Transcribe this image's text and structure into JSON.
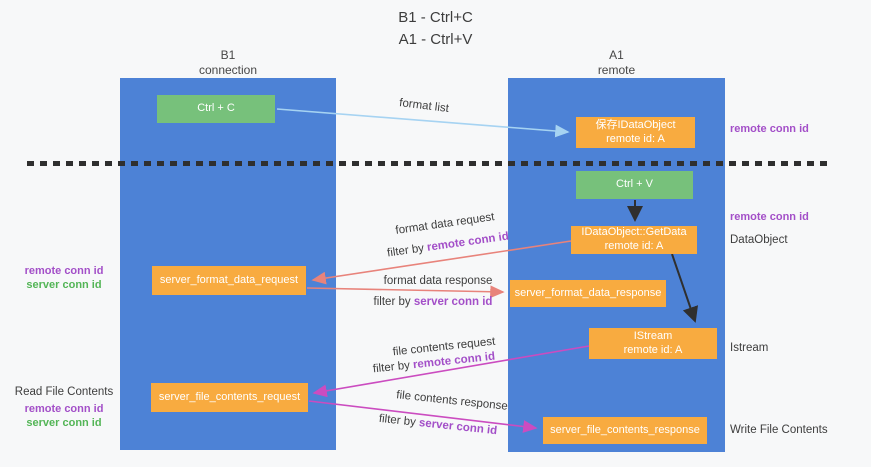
{
  "title": {
    "line1": "B1 - Ctrl+C",
    "line2": "A1 - Ctrl+V"
  },
  "lanes": {
    "b1": {
      "title": "B1",
      "subtitle": "connection"
    },
    "a1": {
      "title": "A1",
      "subtitle": "remote"
    }
  },
  "nodes": {
    "ctrl_c": {
      "label": "Ctrl + C"
    },
    "save_idataobject": {
      "line1": "保存IDataObject",
      "line2": "remote id: A"
    },
    "ctrl_v": {
      "label": "Ctrl + V"
    },
    "idataobject_getdata": {
      "line1": "IDataObject::GetData",
      "line2": "remote id: A"
    },
    "server_format_data_request": {
      "label": "server_format_data_request"
    },
    "server_format_data_response": {
      "label": "server_format_data_response"
    },
    "istream": {
      "line1": "IStream",
      "line2": "remote id: A"
    },
    "server_file_contents_request": {
      "label": "server_file_contents_request"
    },
    "server_file_contents_response": {
      "label": "server_file_contents_response"
    }
  },
  "edge_labels": {
    "format_list": "format list",
    "format_data_request": "format data request",
    "format_data_response": "format data response",
    "file_contents_request": "file contents request",
    "file_contents_response": "file contents response",
    "filter_by": "filter by ",
    "remote_conn_id": "remote conn id",
    "server_conn_id": "server conn id"
  },
  "side_labels": {
    "right_remote_conn_id_top": "remote conn id",
    "right_remote_conn_id_mid": "remote conn id",
    "dataobject": "DataObject",
    "istream": "Istream",
    "write_file_contents": "Write File Contents",
    "left_remote_conn_id_top": "remote conn id",
    "left_server_conn_id_top": "server conn id",
    "read_file_contents": "Read File Contents",
    "left_remote_conn_id_bottom": "remote conn id",
    "left_server_conn_id_bottom": "server conn id"
  },
  "colors": {
    "background": "#f7f8f9",
    "lane-blue": "#4d82d6",
    "box-green": "#77c17b",
    "box-orange": "#f8ab40",
    "text-dark": "#3d3d3d",
    "purple": "#a34fc8",
    "green-text": "#53b556",
    "arrow-lightblue": "#a6d3f2",
    "arrow-salmon": "#e8837b",
    "arrow-magenta": "#cb4cc0",
    "arrow-black": "#2f2f2f"
  }
}
